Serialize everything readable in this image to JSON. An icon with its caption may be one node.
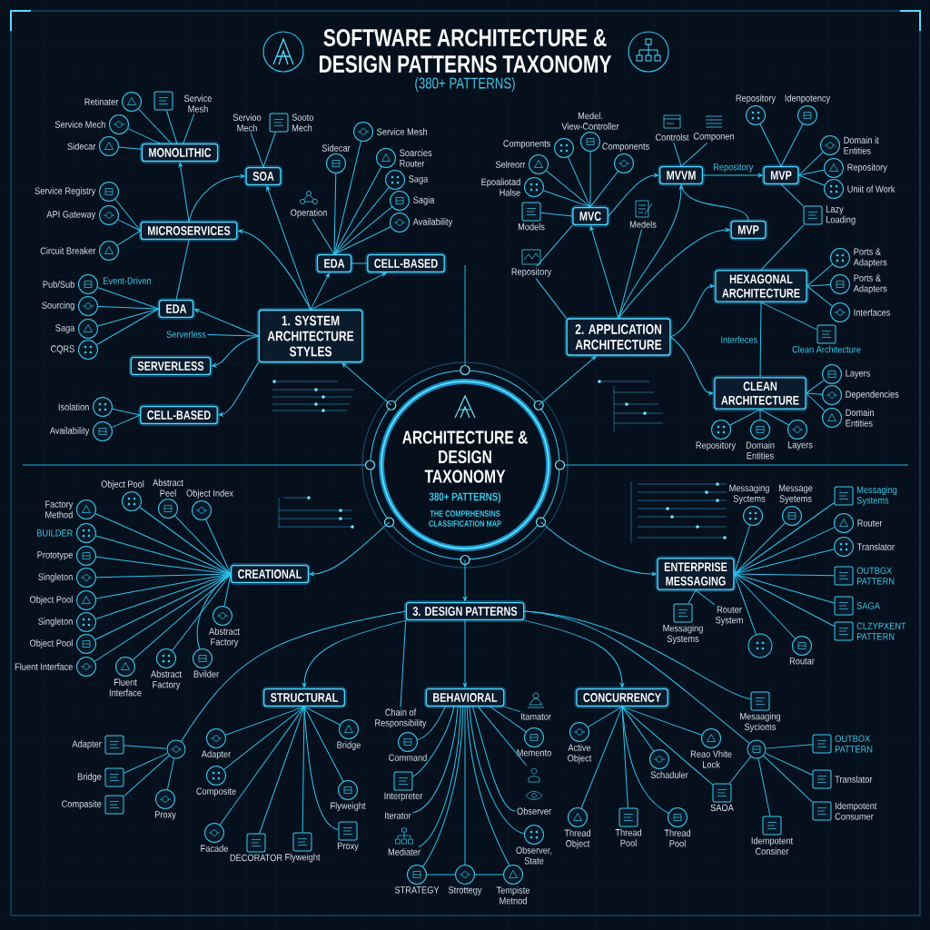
{
  "diagram": {
    "title": "SOFTWARE ARCHITECTURE & DESIGN PATTERNS TAXONOMY",
    "nodes": [
      {
        "text": [
          "ARCHITECTURE & DESIGN TAXONOMY",
          "380+ PATTERNS)",
          "THE COMPRHENSINS CLASSIFICATION MAP"
        ]
      },
      {
        "text": [
          "1. SYSTEM ARCHITECTURE STYLES"
        ]
      },
      {
        "text": [
          "MONOLITHIC"
        ]
      },
      {
        "text": [],
        "shape": "circle",
        "beside": [
          "Retinater"
        ]
      },
      {
        "text": [],
        "shape": "box"
      },
      {
        "text": [
          "Service Mesh"
        ]
      },
      {
        "text": [],
        "shape": "circle",
        "beside": [
          "Service Mech"
        ]
      },
      {
        "text": [],
        "shape": "circle",
        "beside": [
          "Sidecar"
        ]
      },
      {
        "text": [
          "SOA"
        ]
      },
      {
        "text": [
          "Servioo Mech"
        ]
      },
      {
        "text": [],
        "shape": "box",
        "beside": [
          "Sooto Mech"
        ]
      },
      {
        "text": [
          "EDA"
        ]
      },
      {
        "text": [
          "CELL-BASED"
        ]
      },
      {
        "text": [],
        "shape": "circle",
        "beside": [
          "Sidecar"
        ]
      },
      {
        "text": [],
        "shape": "circle",
        "beside": [
          "Service Mesh"
        ]
      },
      {
        "text": [],
        "shape": "circle",
        "beside": [
          "Soarcies Router"
        ]
      },
      {
        "text": [],
        "shape": "circle",
        "beside": [
          "Saga"
        ]
      },
      {
        "text": [],
        "shape": "circle",
        "beside": [
          "Sagia"
        ]
      },
      {
        "text": [],
        "shape": "circle",
        "beside": [
          "Availability"
        ]
      },
      {
        "text": [
          "Operation"
        ]
      },
      {
        "text": [
          "MICROSERVICES"
        ]
      },
      {
        "text": [],
        "shape": "circle",
        "beside": [
          "Service Registry"
        ]
      },
      {
        "text": [],
        "shape": "circle",
        "beside": [
          "API Gateway"
        ]
      },
      {
        "text": [],
        "shape": "circle",
        "beside": [
          "Circuit Breaker"
        ]
      },
      {
        "text": [
          "EDA"
        ]
      },
      {
        "text": [],
        "shape": "circle",
        "beside": [
          "Pub/Sub"
        ]
      },
      {
        "text": [],
        "shape": "circle",
        "beside": [
          "Sourcing"
        ]
      },
      {
        "text": [],
        "shape": "circle",
        "beside": [
          "Saga"
        ]
      },
      {
        "text": [],
        "shape": "circle",
        "beside": [
          "CQRS"
        ]
      },
      {
        "text": [
          "SERVERLESS"
        ]
      },
      {
        "text": [
          "Serverless"
        ]
      },
      {
        "text": [
          "CELL-BASED"
        ]
      },
      {
        "text": [],
        "shape": "circle",
        "beside": [
          "Isolation"
        ]
      },
      {
        "text": [],
        "shape": "circle",
        "beside": [
          "Availability"
        ]
      },
      {
        "text": [
          "2. APPLICATION ARCHITECTURE"
        ]
      },
      {
        "text": [
          "MVC"
        ]
      },
      {
        "text": [],
        "shape": "circle",
        "beside": [
          "Components"
        ]
      },
      {
        "text": [],
        "shape": "circle",
        "beside": [
          "Medel. View-Controller"
        ]
      },
      {
        "text": [],
        "shape": "circle",
        "beside": [
          "Components"
        ]
      },
      {
        "text": [],
        "shape": "circle",
        "beside": [
          "Selreorr"
        ]
      },
      {
        "text": [],
        "shape": "circle",
        "beside": [
          "Epoaliotad Halse"
        ]
      },
      {
        "text": [],
        "shape": "box",
        "beside": [
          "Models"
        ]
      },
      {
        "text": [
          "Repository"
        ]
      },
      {
        "text": [
          "Medels"
        ]
      },
      {
        "text": [
          "MVVM"
        ]
      },
      {
        "text": [
          "Controlst"
        ]
      },
      {
        "text": [
          "Componen"
        ]
      },
      {
        "text": [
          "MVP"
        ]
      },
      {
        "text": [],
        "shape": "circle",
        "beside": [
          "Repository"
        ]
      },
      {
        "text": [],
        "shape": "circle",
        "beside": [
          "Idenpotency"
        ]
      },
      {
        "text": [],
        "shape": "circle",
        "beside": [
          "Domain it Entities"
        ]
      },
      {
        "text": [],
        "shape": "circle",
        "beside": [
          "Repository"
        ]
      },
      {
        "text": [],
        "shape": "circle",
        "beside": [
          "Uniit of Work"
        ]
      },
      {
        "text": [],
        "shape": "box",
        "beside": [
          "Lazy Loading"
        ]
      },
      {
        "text": [
          "MVP"
        ]
      },
      {
        "text": [
          "HEXAGONAL ARCHITECTURE"
        ]
      },
      {
        "text": [],
        "shape": "circle",
        "beside": [
          "Ports & Adapters"
        ]
      },
      {
        "text": [],
        "shape": "circle",
        "beside": [
          "Ports & Adapters"
        ]
      },
      {
        "text": [],
        "shape": "circle",
        "beside": [
          "Interfaces"
        ]
      },
      {
        "text": [],
        "shape": "box",
        "beside": [
          "Clean Architecture"
        ]
      },
      {
        "text": [
          "CLEAN ARCHITECTURE"
        ]
      },
      {
        "text": [],
        "shape": "circle",
        "beside": [
          "Layers"
        ]
      },
      {
        "text": [],
        "shape": "circle",
        "beside": [
          "Dependencies"
        ]
      },
      {
        "text": [],
        "shape": "circle",
        "beside": [
          "Domain Entities"
        ]
      },
      {
        "text": [],
        "shape": "circle",
        "beside": [
          "Repository"
        ]
      },
      {
        "text": [],
        "shape": "circle",
        "beside": [
          "Domain Entities"
        ]
      },
      {
        "text": [],
        "shape": "circle",
        "beside": [
          "Layers"
        ]
      },
      {
        "text": [
          "CREATIONAL"
        ]
      },
      {
        "text": [],
        "shape": "circle",
        "beside": [
          "Object Pool"
        ]
      },
      {
        "text": [],
        "shape": "circle",
        "beside": [
          "Abstract Peel"
        ]
      },
      {
        "text": [],
        "shape": "circle",
        "beside": [
          "Object Index"
        ]
      },
      {
        "text": [],
        "shape": "circle",
        "beside": [
          "Factory Method"
        ]
      },
      {
        "text": [],
        "shape": "circle",
        "beside": [
          "BUILDER"
        ]
      },
      {
        "text": [],
        "shape": "circle",
        "beside": [
          "Prototype"
        ]
      },
      {
        "text": [],
        "shape": "circle",
        "beside": [
          "Singleton"
        ]
      },
      {
        "text": [],
        "shape": "circle",
        "beside": [
          "Object Pool"
        ]
      },
      {
        "text": [],
        "shape": "circle",
        "beside": [
          "Singleton"
        ]
      },
      {
        "text": [],
        "shape": "circle",
        "beside": [
          "Object Pool"
        ]
      },
      {
        "text": [],
        "shape": "circle",
        "beside": [
          "Fluent Interface"
        ]
      },
      {
        "text": [],
        "shape": "circle",
        "beside": [
          "Fluent Interface"
        ]
      },
      {
        "text": [],
        "shape": "circle",
        "beside": [
          "Abstract Factory"
        ]
      },
      {
        "text": [],
        "shape": "circle",
        "beside": [
          "Bvilder"
        ]
      },
      {
        "text": [],
        "shape": "circle",
        "beside": [
          "Abstract Factory"
        ]
      },
      {
        "text": [
          "ENTERPRISE MESSAGING"
        ]
      },
      {
        "text": [],
        "shape": "circle",
        "beside": [
          "Messaging Syctems"
        ]
      },
      {
        "text": [],
        "shape": "circle",
        "beside": [
          "Message Syetems"
        ]
      },
      {
        "text": [],
        "shape": "box",
        "beside": [
          "Messaging Systems"
        ]
      },
      {
        "text": [],
        "shape": "circle",
        "beside": [
          "Router"
        ]
      },
      {
        "text": [],
        "shape": "circle",
        "beside": [
          "Translator"
        ]
      },
      {
        "text": [],
        "shape": "box",
        "beside": [
          "OUTBGX PATTERN"
        ]
      },
      {
        "text": [],
        "shape": "box",
        "beside": [
          "SAGA"
        ]
      },
      {
        "text": [],
        "shape": "box",
        "beside": [
          "CLZYPXENT PATTERN"
        ]
      },
      {
        "text": [],
        "shape": "circle"
      },
      {
        "text": [],
        "shape": "circle",
        "beside": [
          "Routar"
        ]
      },
      {
        "text": [
          "Router System"
        ]
      },
      {
        "text": [],
        "shape": "box",
        "beside": [
          "Messaging Systems"
        ]
      },
      {
        "text": [
          "3. DESIGN PATTERNS"
        ]
      },
      {
        "text": [
          "STRUCTURAL"
        ]
      },
      {
        "text": [],
        "shape": "circle",
        "beside": [
          "Adapter"
        ]
      },
      {
        "text": [],
        "shape": "circle",
        "beside": [
          "Bridge"
        ]
      },
      {
        "text": [],
        "shape": "circle",
        "beside": [
          "Composite"
        ]
      },
      {
        "text": [],
        "shape": "circle",
        "beside": [
          "Flyweight"
        ]
      },
      {
        "text": [],
        "shape": "circle",
        "beside": [
          "Facade"
        ]
      },
      {
        "text": [],
        "shape": "box",
        "beside": [
          "DECORATOR"
        ]
      },
      {
        "text": [],
        "shape": "box",
        "beside": [
          "Flyweight"
        ]
      },
      {
        "text": [],
        "shape": "box",
        "beside": [
          "Proxy"
        ]
      },
      {
        "text": [],
        "shape": "circle"
      },
      {
        "text": [],
        "shape": "box",
        "beside": [
          "Adapter"
        ]
      },
      {
        "text": [],
        "shape": "box",
        "beside": [
          "Bridge"
        ]
      },
      {
        "text": [],
        "shape": "box",
        "beside": [
          "Compasite"
        ]
      },
      {
        "text": [],
        "shape": "circle",
        "beside": [
          "Proxy"
        ]
      },
      {
        "text": [
          "BEHAVIORAL"
        ]
      },
      {
        "text": [
          "Chain of Responsibility"
        ]
      },
      {
        "text": [],
        "shape": "circle",
        "beside": [
          "Command"
        ]
      },
      {
        "text": [],
        "shape": "box",
        "beside": [
          "Interpreter"
        ]
      },
      {
        "text": [
          "Iterator"
        ]
      },
      {
        "text": [
          "Mediater"
        ]
      },
      {
        "text": [],
        "shape": "circle",
        "beside": [
          "STRATEGY"
        ]
      },
      {
        "text": [],
        "shape": "circle",
        "beside": [
          "Strottegy"
        ]
      },
      {
        "text": [],
        "shape": "circle",
        "beside": [
          "Tempiste Metnod"
        ]
      },
      {
        "text": [
          "Itamator"
        ]
      },
      {
        "text": [],
        "shape": "circle",
        "beside": [
          "Memento"
        ]
      },
      {
        "text": [],
        "shape": "picture"
      },
      {
        "text": [
          "Observer"
        ]
      },
      {
        "text": [],
        "shape": "circle",
        "beside": [
          "Observer, State"
        ]
      },
      {
        "text": [
          "CONCURRENCY"
        ]
      },
      {
        "text": [],
        "shape": "circle",
        "beside": [
          "Active Object"
        ]
      },
      {
        "text": [],
        "shape": "circle",
        "beside": [
          "Thread Object"
        ]
      },
      {
        "text": [],
        "shape": "box",
        "beside": [
          "Thread Pool"
        ]
      },
      {
        "text": [],
        "shape": "circle",
        "beside": [
          "Thread Pool"
        ]
      },
      {
        "text": [],
        "shape": "circle",
        "beside": [
          "Schaduler"
        ]
      },
      {
        "text": [],
        "shape": "circle",
        "beside": [
          "Reao Vhite Lock"
        ]
      },
      {
        "text": [],
        "shape": "box",
        "beside": [
          "SAOA"
        ]
      },
      {
        "text": [],
        "shape": "circle"
      },
      {
        "text": [],
        "shape": "box",
        "beside": [
          "OUTBOX PATTERN"
        ]
      },
      {
        "text": [],
        "shape": "box",
        "beside": [
          "Translator"
        ]
      },
      {
        "text": [],
        "shape": "box",
        "beside": [
          "Idempotent Consumer"
        ]
      },
      {
        "text": [],
        "shape": "box",
        "beside": [
          "Idempotent Consiner"
        ]
      },
      {
        "text": [],
        "shape": "box",
        "beside": [
          "Mesaaging Sycioms"
        ]
      }
    ],
    "edges": [
      {
        "from": 0,
        "to": 1,
        "arrow": "to"
      },
      {
        "from": 1,
        "to": 8,
        "arrow": "to"
      },
      {
        "from": 1,
        "to": 11,
        "arrow": "to"
      },
      {
        "from": 1,
        "to": 12,
        "arrow": "to"
      },
      {
        "from": 1,
        "to": 20,
        "arrow": "to"
      },
      {
        "from": 1,
        "to": 24,
        "arrow": "to"
      },
      {
        "from": 1,
        "to": 30,
        "arrow": "none"
      },
      {
        "from": 1,
        "to": 29,
        "arrow": "to"
      },
      {
        "from": 1,
        "to": 31,
        "arrow": "to"
      },
      {
        "from": 20,
        "to": 2,
        "arrow": "to"
      },
      {
        "from": 20,
        "to": 8,
        "arrow": "to"
      },
      {
        "from": 20,
        "to": 24,
        "arrow": "none"
      },
      {
        "from": 2,
        "to": 3,
        "arrow": "none"
      },
      {
        "from": 2,
        "to": 4,
        "arrow": "none"
      },
      {
        "from": 2,
        "to": 5,
        "arrow": "none"
      },
      {
        "from": 2,
        "to": 6,
        "arrow": "none"
      },
      {
        "from": 2,
        "to": 7,
        "arrow": "none"
      },
      {
        "from": 8,
        "to": 9,
        "arrow": "none"
      },
      {
        "from": 8,
        "to": 10,
        "arrow": "none"
      },
      {
        "from": 11,
        "to": 12,
        "arrow": "none"
      },
      {
        "from": 11,
        "to": 13,
        "arrow": "none"
      },
      {
        "from": 11,
        "to": 14,
        "arrow": "none"
      },
      {
        "from": 11,
        "to": 15,
        "arrow": "none"
      },
      {
        "from": 11,
        "to": 16,
        "arrow": "none"
      },
      {
        "from": 11,
        "to": 17,
        "arrow": "none"
      },
      {
        "from": 11,
        "to": 18,
        "arrow": "none"
      },
      {
        "from": 11,
        "to": 19,
        "arrow": "none"
      },
      {
        "from": 20,
        "to": 21,
        "arrow": "none"
      },
      {
        "from": 20,
        "to": 22,
        "arrow": "none"
      },
      {
        "from": 20,
        "to": 23,
        "arrow": "none"
      },
      {
        "from": 24,
        "to": 25,
        "arrow": "none"
      },
      {
        "from": 24,
        "to": 26,
        "arrow": "none"
      },
      {
        "from": 24,
        "to": 27,
        "arrow": "none"
      },
      {
        "from": 24,
        "to": 28,
        "arrow": "none"
      },
      {
        "from": 31,
        "to": 32,
        "arrow": "none"
      },
      {
        "from": 31,
        "to": 33,
        "arrow": "none"
      },
      {
        "from": 0,
        "to": 34,
        "arrow": "to"
      },
      {
        "from": 34,
        "to": 35,
        "arrow": "to"
      },
      {
        "from": 34,
        "to": 44,
        "arrow": "to"
      },
      {
        "from": 34,
        "to": 54,
        "arrow": "to"
      },
      {
        "from": 34,
        "to": 42,
        "arrow": "none"
      },
      {
        "from": 34,
        "to": 43,
        "arrow": "none"
      },
      {
        "from": 34,
        "to": 55,
        "arrow": "to"
      },
      {
        "from": 34,
        "to": 60,
        "arrow": "to"
      },
      {
        "from": 35,
        "to": 36,
        "arrow": "none"
      },
      {
        "from": 35,
        "to": 37,
        "arrow": "none"
      },
      {
        "from": 35,
        "to": 38,
        "arrow": "none"
      },
      {
        "from": 35,
        "to": 39,
        "arrow": "none"
      },
      {
        "from": 35,
        "to": 40,
        "arrow": "none"
      },
      {
        "from": 35,
        "to": 41,
        "arrow": "none"
      },
      {
        "from": 35,
        "to": 42,
        "arrow": "none"
      },
      {
        "from": 35,
        "to": 44,
        "arrow": "to"
      },
      {
        "from": 44,
        "to": 45,
        "arrow": "none"
      },
      {
        "from": 44,
        "to": 46,
        "arrow": "none"
      },
      {
        "from": 44,
        "to": 47,
        "arrow": "to",
        "label": "Repository"
      },
      {
        "from": 44,
        "to": 54,
        "arrow": "none"
      },
      {
        "from": 47,
        "to": 48,
        "arrow": "none"
      },
      {
        "from": 47,
        "to": 49,
        "arrow": "none"
      },
      {
        "from": 47,
        "to": 50,
        "arrow": "none"
      },
      {
        "from": 47,
        "to": 51,
        "arrow": "none"
      },
      {
        "from": 47,
        "to": 52,
        "arrow": "none"
      },
      {
        "from": 47,
        "to": 53,
        "arrow": "none"
      },
      {
        "from": 55,
        "to": 53,
        "arrow": "none"
      },
      {
        "from": 55,
        "to": 56,
        "arrow": "none"
      },
      {
        "from": 55,
        "to": 57,
        "arrow": "none"
      },
      {
        "from": 55,
        "to": 58,
        "arrow": "none"
      },
      {
        "from": 55,
        "to": 59,
        "arrow": "none"
      },
      {
        "from": 55,
        "to": 60,
        "arrow": "none",
        "label": "Interfeces"
      },
      {
        "from": 60,
        "to": 61,
        "arrow": "none"
      },
      {
        "from": 60,
        "to": 62,
        "arrow": "none"
      },
      {
        "from": 60,
        "to": 63,
        "arrow": "none"
      },
      {
        "from": 60,
        "to": 64,
        "arrow": "none"
      },
      {
        "from": 60,
        "to": 65,
        "arrow": "none"
      },
      {
        "from": 60,
        "to": 66,
        "arrow": "none"
      },
      {
        "from": 0,
        "to": 67,
        "arrow": "to"
      },
      {
        "from": 67,
        "to": 68,
        "arrow": "none"
      },
      {
        "from": 67,
        "to": 69,
        "arrow": "none"
      },
      {
        "from": 67,
        "to": 70,
        "arrow": "none"
      },
      {
        "from": 67,
        "to": 71,
        "arrow": "none"
      },
      {
        "from": 67,
        "to": 72,
        "arrow": "none"
      },
      {
        "from": 67,
        "to": 73,
        "arrow": "none"
      },
      {
        "from": 67,
        "to": 74,
        "arrow": "none"
      },
      {
        "from": 67,
        "to": 75,
        "arrow": "none"
      },
      {
        "from": 67,
        "to": 76,
        "arrow": "none"
      },
      {
        "from": 67,
        "to": 77,
        "arrow": "none"
      },
      {
        "from": 67,
        "to": 78,
        "arrow": "none"
      },
      {
        "from": 67,
        "to": 79,
        "arrow": "none"
      },
      {
        "from": 67,
        "to": 80,
        "arrow": "none"
      },
      {
        "from": 67,
        "to": 81,
        "arrow": "none"
      },
      {
        "from": 67,
        "to": 82,
        "arrow": "none"
      },
      {
        "from": 0,
        "to": 83,
        "arrow": "to"
      },
      {
        "from": 83,
        "to": 84,
        "arrow": "none"
      },
      {
        "from": 83,
        "to": 85,
        "arrow": "none"
      },
      {
        "from": 83,
        "to": 86,
        "arrow": "none"
      },
      {
        "from": 83,
        "to": 87,
        "arrow": "none"
      },
      {
        "from": 83,
        "to": 88,
        "arrow": "none"
      },
      {
        "from": 83,
        "to": 89,
        "arrow": "none"
      },
      {
        "from": 83,
        "to": 90,
        "arrow": "none"
      },
      {
        "from": 83,
        "to": 91,
        "arrow": "none"
      },
      {
        "from": 83,
        "to": 92,
        "arrow": "none"
      },
      {
        "from": 83,
        "to": 93,
        "arrow": "none"
      },
      {
        "from": 83,
        "to": 94,
        "arrow": "none"
      },
      {
        "from": 83,
        "to": 95,
        "arrow": "none"
      },
      {
        "from": 0,
        "to": 96,
        "arrow": "to"
      },
      {
        "from": 96,
        "to": 97,
        "arrow": "to"
      },
      {
        "from": 96,
        "to": 111,
        "arrow": "to"
      },
      {
        "from": 96,
        "to": 125,
        "arrow": "to"
      },
      {
        "from": 96,
        "to": 106,
        "arrow": "none"
      },
      {
        "from": 96,
        "to": 112,
        "arrow": "none"
      },
      {
        "from": 96,
        "to": 138,
        "arrow": "none"
      },
      {
        "from": 96,
        "to": 133,
        "arrow": "none"
      },
      {
        "from": 97,
        "to": 98,
        "arrow": "none"
      },
      {
        "from": 97,
        "to": 99,
        "arrow": "none"
      },
      {
        "from": 97,
        "to": 100,
        "arrow": "none"
      },
      {
        "from": 97,
        "to": 101,
        "arrow": "none"
      },
      {
        "from": 97,
        "to": 102,
        "arrow": "none"
      },
      {
        "from": 97,
        "to": 103,
        "arrow": "none"
      },
      {
        "from": 97,
        "to": 104,
        "arrow": "none"
      },
      {
        "from": 97,
        "to": 105,
        "arrow": "none"
      },
      {
        "from": 106,
        "to": 107,
        "arrow": "none"
      },
      {
        "from": 106,
        "to": 108,
        "arrow": "none"
      },
      {
        "from": 106,
        "to": 109,
        "arrow": "none"
      },
      {
        "from": 106,
        "to": 110,
        "arrow": "none"
      },
      {
        "from": 111,
        "to": 113,
        "arrow": "none"
      },
      {
        "from": 111,
        "to": 114,
        "arrow": "none"
      },
      {
        "from": 111,
        "to": 115,
        "arrow": "none"
      },
      {
        "from": 111,
        "to": 116,
        "arrow": "none"
      },
      {
        "from": 111,
        "to": 117,
        "arrow": "none"
      },
      {
        "from": 111,
        "to": 118,
        "arrow": "none"
      },
      {
        "from": 111,
        "to": 119,
        "arrow": "none"
      },
      {
        "from": 111,
        "to": 120,
        "arrow": "none"
      },
      {
        "from": 111,
        "to": 121,
        "arrow": "none"
      },
      {
        "from": 111,
        "to": 122,
        "arrow": "none"
      },
      {
        "from": 111,
        "to": 123,
        "arrow": "none"
      },
      {
        "from": 111,
        "to": 124,
        "arrow": "none"
      },
      {
        "from": 117,
        "to": 118,
        "arrow": "none"
      },
      {
        "from": 118,
        "to": 119,
        "arrow": "none"
      },
      {
        "from": 125,
        "to": 126,
        "arrow": "none"
      },
      {
        "from": 125,
        "to": 127,
        "arrow": "none"
      },
      {
        "from": 125,
        "to": 128,
        "arrow": "none"
      },
      {
        "from": 125,
        "to": 129,
        "arrow": "none"
      },
      {
        "from": 125,
        "to": 130,
        "arrow": "none"
      },
      {
        "from": 125,
        "to": 131,
        "arrow": "none"
      },
      {
        "from": 125,
        "to": 132,
        "arrow": "none"
      },
      {
        "from": 133,
        "to": 132,
        "arrow": "none"
      },
      {
        "from": 133,
        "to": 134,
        "arrow": "none"
      },
      {
        "from": 133,
        "to": 135,
        "arrow": "none"
      },
      {
        "from": 133,
        "to": 136,
        "arrow": "none"
      },
      {
        "from": 133,
        "to": 137,
        "arrow": "none"
      }
    ],
    "labels": [
      "(380+ PATTERNS)",
      "Event-Driven"
    ]
  }
}
